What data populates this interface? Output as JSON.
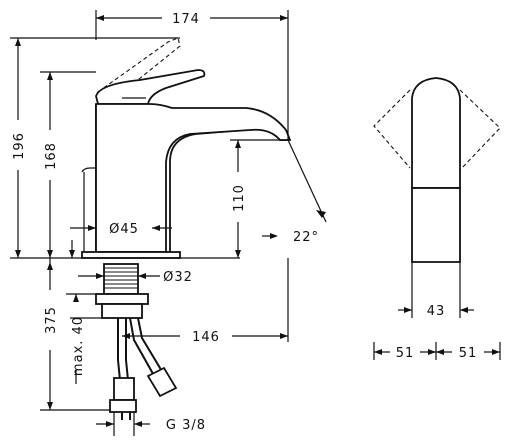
{
  "dimensions": {
    "width_total": "174",
    "height_total": "196",
    "height_lever": "168",
    "spout_height": "110",
    "base_diameter": "Ø45",
    "angle": "22°",
    "shank_diameter": "Ø32",
    "below_deck": "375",
    "hose_max": "max. 40",
    "hose_offset": "146",
    "thread": "G 3/8",
    "lever_width": "43",
    "side_left": "51",
    "side_right": "51"
  }
}
